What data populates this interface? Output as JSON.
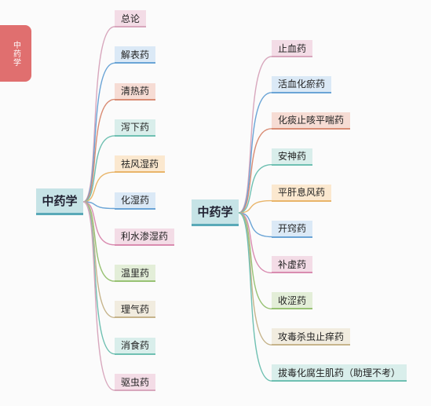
{
  "side_tab": {
    "label": "中药学"
  },
  "mindmaps": [
    {
      "root": "中药学",
      "branches": [
        {
          "label": "总论",
          "color": "#f3dce6",
          "line": "#d8a7bd"
        },
        {
          "label": "解表药",
          "color": "#dbe9f6",
          "line": "#6aa4d6"
        },
        {
          "label": "清热药",
          "color": "#f6dcd4",
          "line": "#d98c74"
        },
        {
          "label": "泻下药",
          "color": "#d9eeeb",
          "line": "#6fc0b2"
        },
        {
          "label": "祛风湿药",
          "color": "#fbe8cf",
          "line": "#e9b56a"
        },
        {
          "label": "化湿药",
          "color": "#dbe9f6",
          "line": "#6aa4d6"
        },
        {
          "label": "利水渗湿药",
          "color": "#f3dce6",
          "line": "#d98cb0"
        },
        {
          "label": "温里药",
          "color": "#e3eed8",
          "line": "#98c274"
        },
        {
          "label": "理气药",
          "color": "#f1ecdf",
          "line": "#c6b48b"
        },
        {
          "label": "消食药",
          "color": "#d9eeeb",
          "line": "#6fc0b2"
        },
        {
          "label": "驱虫药",
          "color": "#f3dce6",
          "line": "#d8a7bd"
        }
      ]
    },
    {
      "root": "中药学",
      "branches": [
        {
          "label": "止血药",
          "color": "#f3dce6",
          "line": "#d8a7bd"
        },
        {
          "label": "活血化瘀药",
          "color": "#dbe9f6",
          "line": "#6aa4d6"
        },
        {
          "label": "化痰止咳平喘药",
          "color": "#f6dcd4",
          "line": "#d98c74"
        },
        {
          "label": "安神药",
          "color": "#d9eeeb",
          "line": "#6fc0b2"
        },
        {
          "label": "平肝息风药",
          "color": "#fbe8cf",
          "line": "#e9b56a"
        },
        {
          "label": "开窍药",
          "color": "#dbe9f6",
          "line": "#6aa4d6"
        },
        {
          "label": "补虚药",
          "color": "#f3dce6",
          "line": "#d98cb0"
        },
        {
          "label": "收涩药",
          "color": "#e3eed8",
          "line": "#98c274"
        },
        {
          "label": "攻毒杀虫止痒药",
          "color": "#f1ecdf",
          "line": "#c6b48b"
        },
        {
          "label": "拔毒化腐生肌药（助理不考）",
          "color": "#d9eeeb",
          "line": "#6fc0b2"
        }
      ]
    }
  ]
}
